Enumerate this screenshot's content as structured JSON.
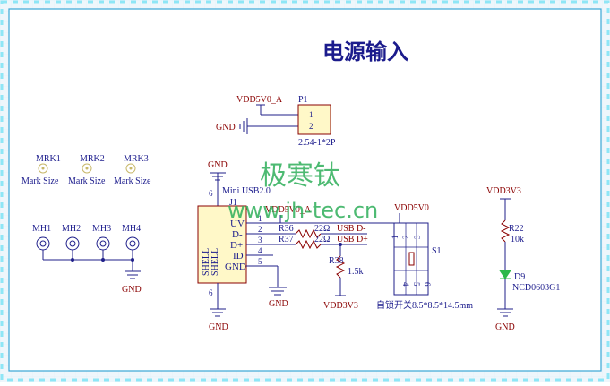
{
  "title": "电源输入",
  "watermark": {
    "cn": "极寒钛",
    "url": "www.jh-tec.cn"
  },
  "colors": {
    "background": "#eef6fb",
    "frame_light": "#8ee6f6",
    "frame_dark": "#3aa6d6",
    "wire": "#1f1f8a",
    "part_red": "#8a0000",
    "net_blue": "#1b1b8c",
    "body_fill": "#fff8c8",
    "watermark_green": "#2eaf5a",
    "led_green": "#2db84a"
  },
  "p1": {
    "net_top": "VDD5V0_A",
    "ref": "P1",
    "pin1": "1",
    "pin2": "2",
    "gnd": "GND",
    "value": "2.54-1*2P"
  },
  "marks": [
    {
      "ref": "MRK1",
      "label": "Mark Size"
    },
    {
      "ref": "MRK2",
      "label": "Mark Size"
    },
    {
      "ref": "MRK3",
      "label": "Mark Size"
    }
  ],
  "mounting_holes": [
    "MH1",
    "MH2",
    "MH3",
    "MH4"
  ],
  "mh_gnd": "GND",
  "j1": {
    "ref": "J1",
    "value": "Mini USB2.0",
    "gnd_top": "GND",
    "gnd_bottom": "GND",
    "shell_pin_top": "6",
    "shell_pin_bottom": "6",
    "shell_labels": [
      "SHELL",
      "SHELL"
    ],
    "pin_labels": [
      "UV",
      "D-",
      "D+",
      "ID",
      "GND"
    ],
    "pin_numbers": [
      "1",
      "2",
      "3",
      "4",
      "5"
    ],
    "net_vdd": "VDD5V0_A",
    "gnd_pin5": "GND"
  },
  "r36": {
    "ref": "R36",
    "value": "22Ω",
    "net": "USB D-"
  },
  "r37": {
    "ref": "R37",
    "value": "22Ω",
    "net": "USB D+"
  },
  "r38": {
    "ref": "R38",
    "value": "1.5k",
    "net": "VDD3V3"
  },
  "s1": {
    "ref": "S1",
    "net": "VDD5V0",
    "pins_top": [
      "1",
      "2",
      "3"
    ],
    "pins_bottom": [
      "4",
      "5",
      "6"
    ],
    "description": "自锁开关8.5*8.5*14.5mm"
  },
  "led": {
    "net": "VDD3V3",
    "r_ref": "R22",
    "r_value": "10k",
    "ref": "D9",
    "value": "NCD0603G1",
    "gnd": "GND"
  }
}
